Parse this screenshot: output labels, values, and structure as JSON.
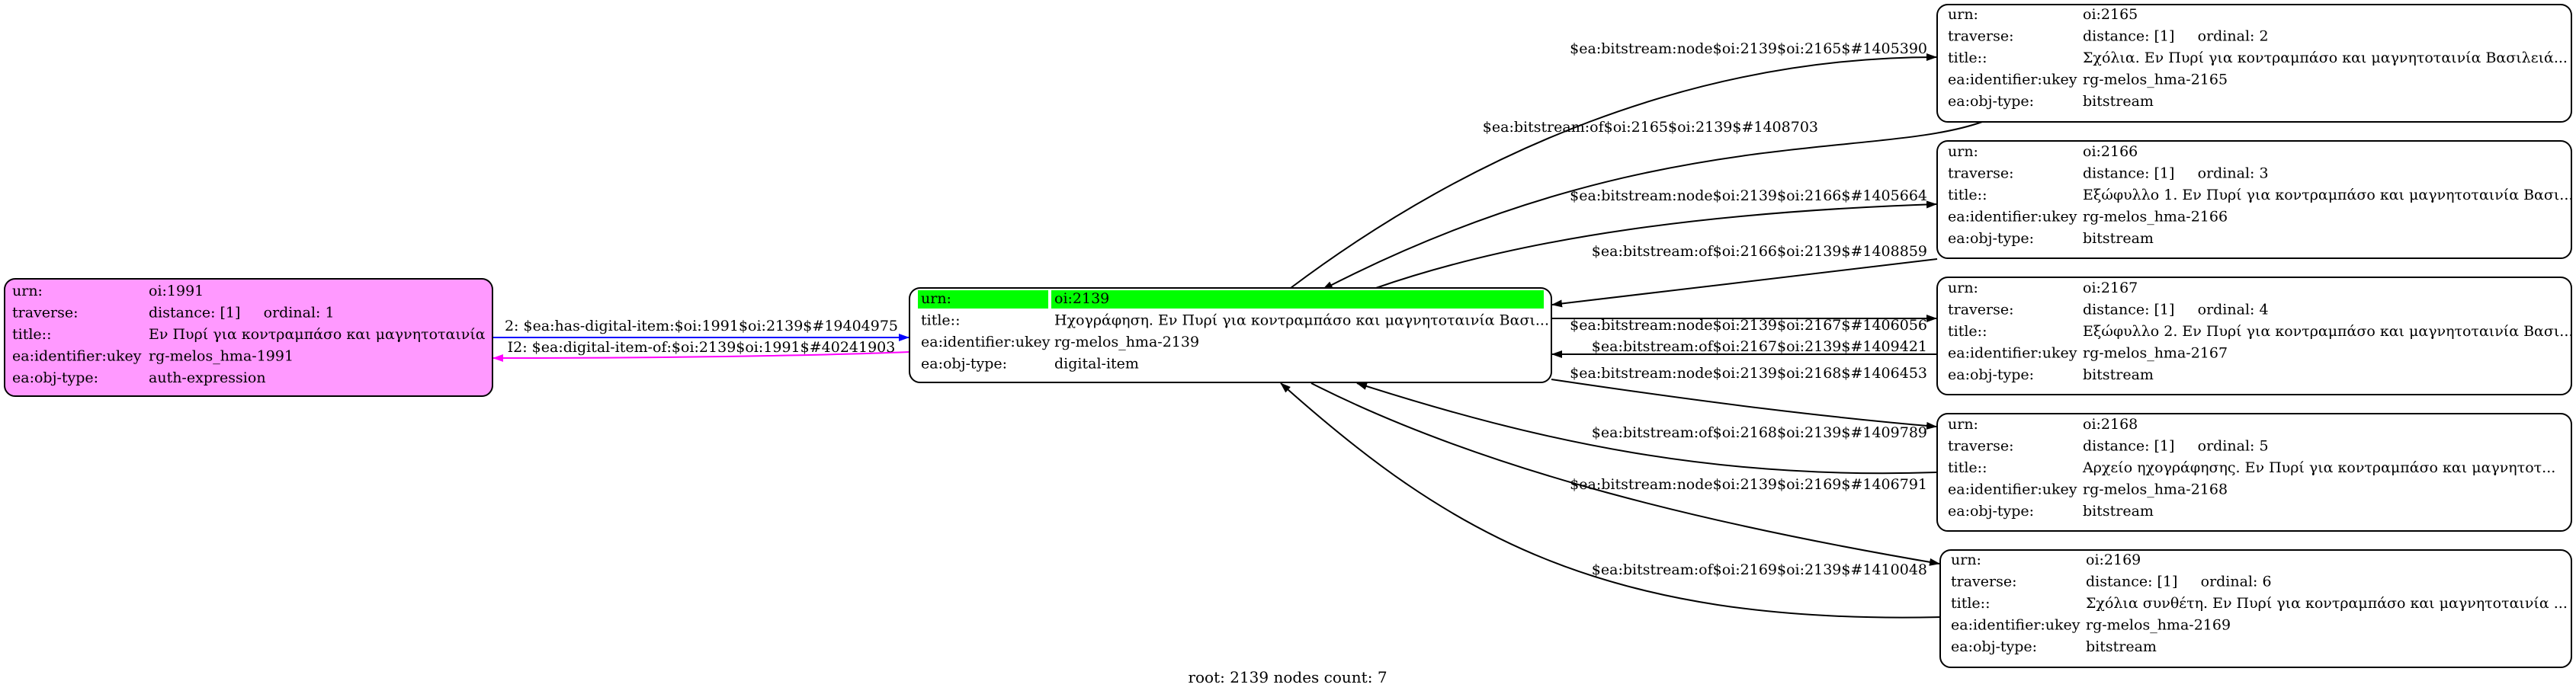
{
  "graph": {
    "footer": {
      "label": "root:",
      "root_id": "2139",
      "count_label": "nodes count:",
      "count": "7"
    },
    "nodes": [
      {
        "id": "oi:1991",
        "fill": "#ff99ff",
        "highlight_header": false,
        "rows": [
          {
            "key": "urn:",
            "val": "oi:1991"
          },
          {
            "key": "traverse:",
            "val": "distance: [1]     ordinal: 1"
          },
          {
            "key": "title::",
            "val": "Εν Πυρί για κοντραμπάσο και μαγνητοταινία"
          },
          {
            "key": "ea:identifier:ukey",
            "val": "rg-melos_hma-1991"
          },
          {
            "key": "ea:obj-type:",
            "val": "auth-expression"
          }
        ]
      },
      {
        "id": "oi:2139",
        "fill": "#ffffff",
        "highlight_header": true,
        "header_fill": "#00ff00",
        "rows": [
          {
            "key": "urn:",
            "val": "oi:2139"
          },
          {
            "key": "title::",
            "val": "Ηχογράφηση. Εν Πυρί για κοντραμπάσο και μαγνητοταινία Βασι..."
          },
          {
            "key": "ea:identifier:ukey",
            "val": "rg-melos_hma-2139"
          },
          {
            "key": "ea:obj-type:",
            "val": "digital-item"
          }
        ]
      },
      {
        "id": "oi:2165",
        "fill": "#ffffff",
        "highlight_header": false,
        "rows": [
          {
            "key": "urn:",
            "val": "oi:2165"
          },
          {
            "key": "traverse:",
            "val": "distance: [1]     ordinal: 2"
          },
          {
            "key": "title::",
            "val": "Σχόλια. Εν Πυρί για κοντραμπάσο και μαγνητοταινία Βασιλειά..."
          },
          {
            "key": "ea:identifier:ukey",
            "val": "rg-melos_hma-2165"
          },
          {
            "key": "ea:obj-type:",
            "val": "bitstream"
          }
        ]
      },
      {
        "id": "oi:2166",
        "fill": "#ffffff",
        "highlight_header": false,
        "rows": [
          {
            "key": "urn:",
            "val": "oi:2166"
          },
          {
            "key": "traverse:",
            "val": "distance: [1]     ordinal: 3"
          },
          {
            "key": "title::",
            "val": "Εξώφυλλο 1. Εν Πυρί για κοντραμπάσο και μαγνητοταινία Βασι..."
          },
          {
            "key": "ea:identifier:ukey",
            "val": "rg-melos_hma-2166"
          },
          {
            "key": "ea:obj-type:",
            "val": "bitstream"
          }
        ]
      },
      {
        "id": "oi:2167",
        "fill": "#ffffff",
        "highlight_header": false,
        "rows": [
          {
            "key": "urn:",
            "val": "oi:2167"
          },
          {
            "key": "traverse:",
            "val": "distance: [1]     ordinal: 4"
          },
          {
            "key": "title::",
            "val": "Εξώφυλλο 2. Εν Πυρί για κοντραμπάσο και μαγνητοταινία Βασι..."
          },
          {
            "key": "ea:identifier:ukey",
            "val": "rg-melos_hma-2167"
          },
          {
            "key": "ea:obj-type:",
            "val": "bitstream"
          }
        ]
      },
      {
        "id": "oi:2168",
        "fill": "#ffffff",
        "highlight_header": false,
        "rows": [
          {
            "key": "urn:",
            "val": "oi:2168"
          },
          {
            "key": "traverse:",
            "val": "distance: [1]     ordinal: 5"
          },
          {
            "key": "title::",
            "val": "Αρχείο ηχογράφησης. Εν Πυρί για κοντραμπάσο και μαγνητοτ..."
          },
          {
            "key": "ea:identifier:ukey",
            "val": "rg-melos_hma-2168"
          },
          {
            "key": "ea:obj-type:",
            "val": "bitstream"
          }
        ]
      },
      {
        "id": "oi:2169",
        "fill": "#ffffff",
        "highlight_header": false,
        "rows": [
          {
            "key": "urn:",
            "val": "oi:2169"
          },
          {
            "key": "traverse:",
            "val": "distance: [1]     ordinal: 6"
          },
          {
            "key": "title::",
            "val": "Σχόλια συνθέτη. Εν Πυρί για κοντραμπάσο και μαγνητοταινία ..."
          },
          {
            "key": "ea:identifier:ukey",
            "val": "rg-melos_hma-2169"
          },
          {
            "key": "ea:obj-type:",
            "val": "bitstream"
          }
        ]
      }
    ],
    "edges": [
      {
        "from": "oi:1991",
        "to": "oi:2139",
        "label": "2: $ea:has-digital-item:$oi:1991$oi:2139$#19404975",
        "color": "#0000ff"
      },
      {
        "from": "oi:2139",
        "to": "oi:1991",
        "label": "I2: $ea:digital-item-of:$oi:2139$oi:1991$#40241903",
        "color": "#ff00ff"
      },
      {
        "from": "oi:2139",
        "to": "oi:2165",
        "label": "$ea:bitstream:node$oi:2139$oi:2165$#1405390",
        "color": "#000000"
      },
      {
        "from": "oi:2165",
        "to": "oi:2139",
        "label": "$ea:bitstream:of$oi:2165$oi:2139$#1408703",
        "color": "#000000"
      },
      {
        "from": "oi:2139",
        "to": "oi:2166",
        "label": "$ea:bitstream:node$oi:2139$oi:2166$#1405664",
        "color": "#000000"
      },
      {
        "from": "oi:2166",
        "to": "oi:2139",
        "label": "$ea:bitstream:of$oi:2166$oi:2139$#1408859",
        "color": "#000000"
      },
      {
        "from": "oi:2139",
        "to": "oi:2167",
        "label": "$ea:bitstream:node$oi:2139$oi:2167$#1406056",
        "color": "#000000"
      },
      {
        "from": "oi:2167",
        "to": "oi:2139",
        "label": "$ea:bitstream:of$oi:2167$oi:2139$#1409421",
        "color": "#000000"
      },
      {
        "from": "oi:2139",
        "to": "oi:2168",
        "label": "$ea:bitstream:node$oi:2139$oi:2168$#1406453",
        "color": "#000000"
      },
      {
        "from": "oi:2168",
        "to": "oi:2139",
        "label": "$ea:bitstream:of$oi:2168$oi:2139$#1409789",
        "color": "#000000"
      },
      {
        "from": "oi:2139",
        "to": "oi:2169",
        "label": "$ea:bitstream:node$oi:2139$oi:2169$#1406791",
        "color": "#000000"
      },
      {
        "from": "oi:2169",
        "to": "oi:2139",
        "label": "$ea:bitstream:of$oi:2169$oi:2139$#1410048",
        "color": "#000000"
      }
    ]
  }
}
